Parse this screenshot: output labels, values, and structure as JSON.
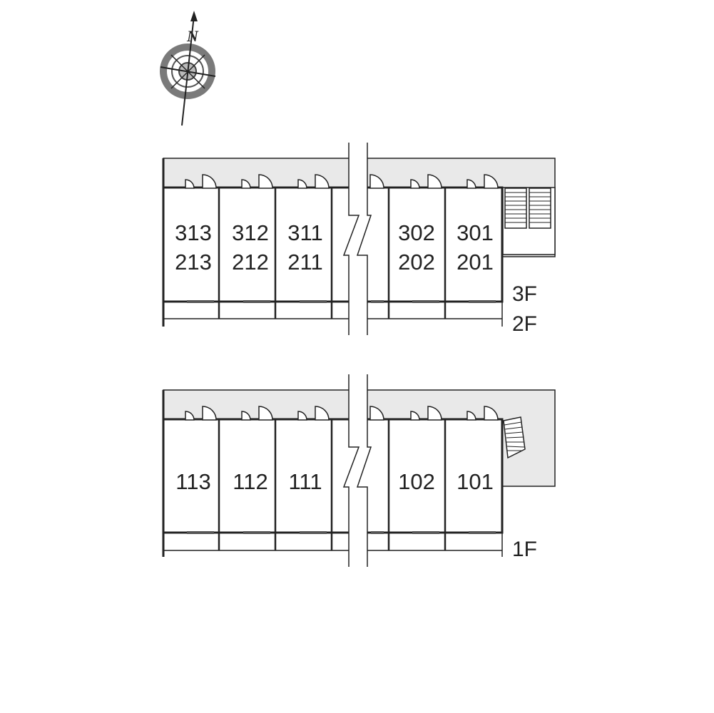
{
  "compass": {
    "north_label": "N"
  },
  "upper_block": {
    "units_top": [
      "313",
      "312",
      "311",
      "302",
      "301"
    ],
    "units_bottom": [
      "213",
      "212",
      "211",
      "202",
      "201"
    ],
    "floor_label_upper": "3F",
    "floor_label_lower": "2F"
  },
  "lower_block": {
    "units": [
      "113",
      "112",
      "111",
      "102",
      "101"
    ],
    "floor_label": "1F"
  },
  "colors": {
    "corridor": "#e9e9e9",
    "line": "#222222",
    "compass_ring": "#7a7a7a"
  }
}
